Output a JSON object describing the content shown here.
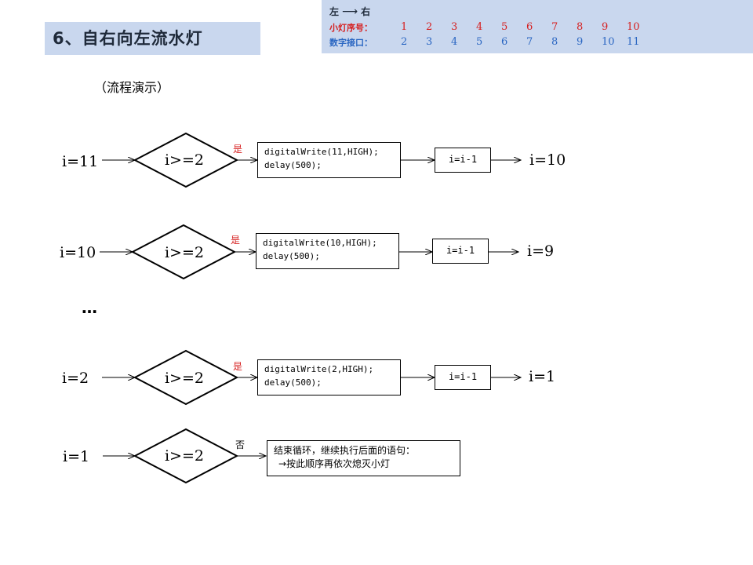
{
  "header": {
    "title": "6、自右向左流水灯",
    "direction": {
      "from": "左",
      "to": "右"
    },
    "led_label": "小灯序号：",
    "led_numbers": [
      "1",
      "2",
      "3",
      "4",
      "5",
      "6",
      "7",
      "8",
      "9",
      "10"
    ],
    "pin_label": "数字接口：",
    "pin_numbers": [
      "2",
      "3",
      "4",
      "5",
      "6",
      "7",
      "8",
      "9",
      "10",
      "11"
    ],
    "colors": {
      "panel_bg": "#c9d7ee",
      "led_row": "#d61f1f",
      "pin_row": "#2a66c2"
    }
  },
  "subtitle": "（流程演示）",
  "flows": [
    {
      "init": "i=11",
      "condition": "i>=2",
      "branch": "是",
      "code1": "digitalWrite(11,HIGH);",
      "code2": "delay(500);",
      "decrement": "i=i-1",
      "result": "i=10"
    },
    {
      "init": "i=10",
      "condition": "i>=2",
      "branch": "是",
      "code1": "digitalWrite(10,HIGH);",
      "code2": "delay(500);",
      "decrement": "i=i-1",
      "result": "i=9"
    },
    {
      "init": "i=2",
      "condition": "i>=2",
      "branch": "是",
      "code1": "digitalWrite(2,HIGH);",
      "code2": "delay(500);",
      "decrement": "i=i-1",
      "result": "i=1"
    }
  ],
  "ellipsis": "…",
  "final": {
    "init": "i=1",
    "condition": "i>=2",
    "branch": "否",
    "line1": "结束循环，继续执行后面的语句：",
    "line2": "→按此顺序再依次熄灭小灯"
  }
}
